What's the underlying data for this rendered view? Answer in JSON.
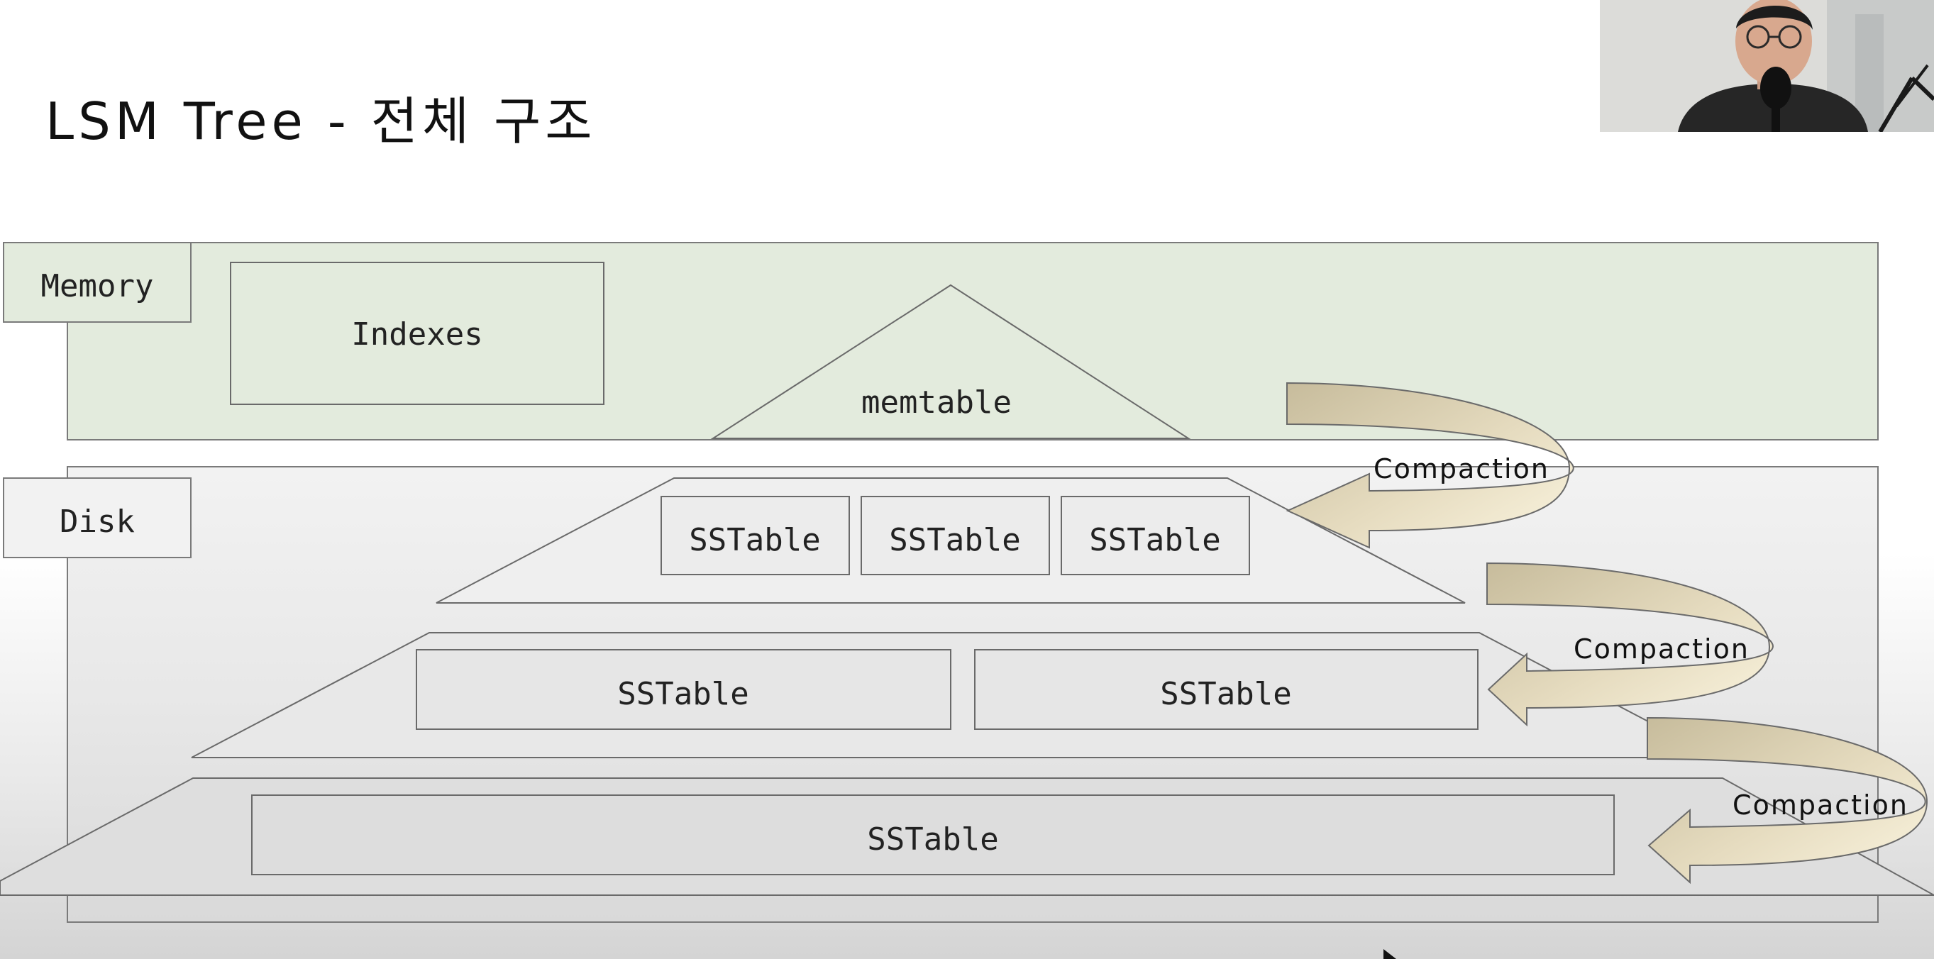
{
  "slide": {
    "title": "LSM Tree - 전체 구조"
  },
  "diagram": {
    "sections": {
      "memory": "Memory",
      "disk": "Disk"
    },
    "memory_components": {
      "indexes": "Indexes",
      "memtable": "memtable"
    },
    "levels": [
      {
        "sstables": [
          "SSTable",
          "SSTable",
          "SSTable"
        ]
      },
      {
        "sstables": [
          "SSTable",
          "SSTable"
        ]
      },
      {
        "sstables": [
          "SSTable"
        ]
      }
    ],
    "compaction_labels": [
      "Compaction",
      "Compaction",
      "Compaction"
    ]
  },
  "colors": {
    "memory_fill": "#e3ebdd",
    "disk_fill": "#f0f0f0",
    "compaction_arrow_start": "#c9bea0",
    "compaction_arrow_end": "#f8f2dc",
    "outline": "#6a6a6a"
  },
  "webcam": {
    "icon": "presenter-video-thumbnail"
  }
}
